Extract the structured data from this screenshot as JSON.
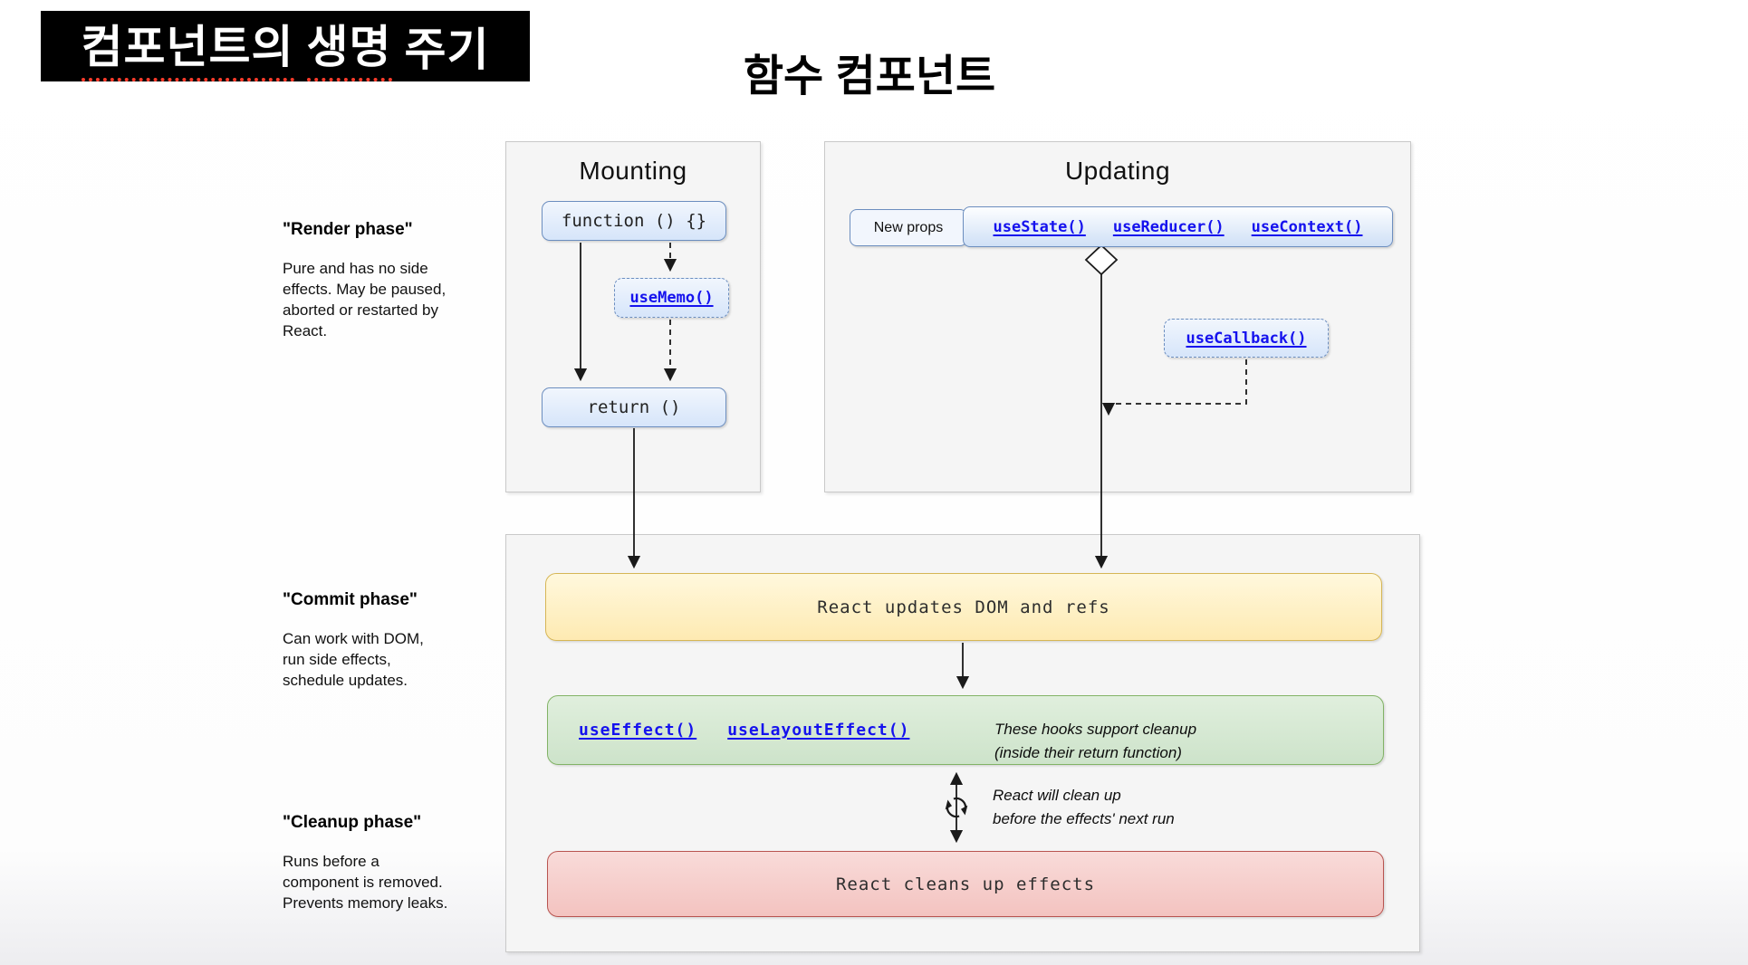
{
  "header": {
    "lifecycle_title_words": [
      "컴포넌트의",
      "생명",
      "주기"
    ],
    "page_title": "함수 컴포넌트"
  },
  "phases": {
    "render": {
      "title": "\"Render phase\"",
      "lines": [
        "Pure and has no side",
        "effects. May be paused,",
        "aborted or restarted by",
        "React."
      ]
    },
    "commit": {
      "title": "\"Commit phase\"",
      "lines": [
        "Can work with DOM,",
        "run side effects,",
        "schedule updates."
      ]
    },
    "cleanup": {
      "title": "\"Cleanup phase\"",
      "lines": [
        "Runs before a",
        "component is removed.",
        "Prevents memory leaks."
      ]
    }
  },
  "mounting": {
    "title": "Mounting",
    "function_label": "function () {}",
    "use_memo_label": "useMemo()",
    "return_label": "return ()"
  },
  "updating": {
    "title": "Updating",
    "new_props_label": "New props",
    "hook_labels": [
      "useState()",
      "useReducer()",
      "useContext()"
    ],
    "use_callback_label": "useCallback()"
  },
  "flow": {
    "updates_dom_label": "React updates DOM and refs",
    "effect_hook_labels": [
      "useEffect()",
      "useLayoutEffect()"
    ],
    "effects_note_lines": [
      "These hooks support cleanup",
      "(inside their return function)"
    ],
    "cleanup_note_lines": [
      "React will clean up",
      "before the effects' next run"
    ],
    "cleans_up_label": "React cleans up effects"
  },
  "colors": {
    "title_bar_bg": "#000000",
    "spellcheck_underline_red": "#ff3b2a",
    "link_blue": "#1512ee",
    "node_blue_fill": "#dae8fc",
    "node_blue_border": "#6c8ebf",
    "yellow_fill": "#fff2cc",
    "yellow_border": "#d6b656",
    "green_fill": "#d5e8d4",
    "green_border": "#82b366",
    "red_fill": "#f8cecc",
    "red_border": "#b85450",
    "container_gray_fill": "#f5f5f5"
  }
}
